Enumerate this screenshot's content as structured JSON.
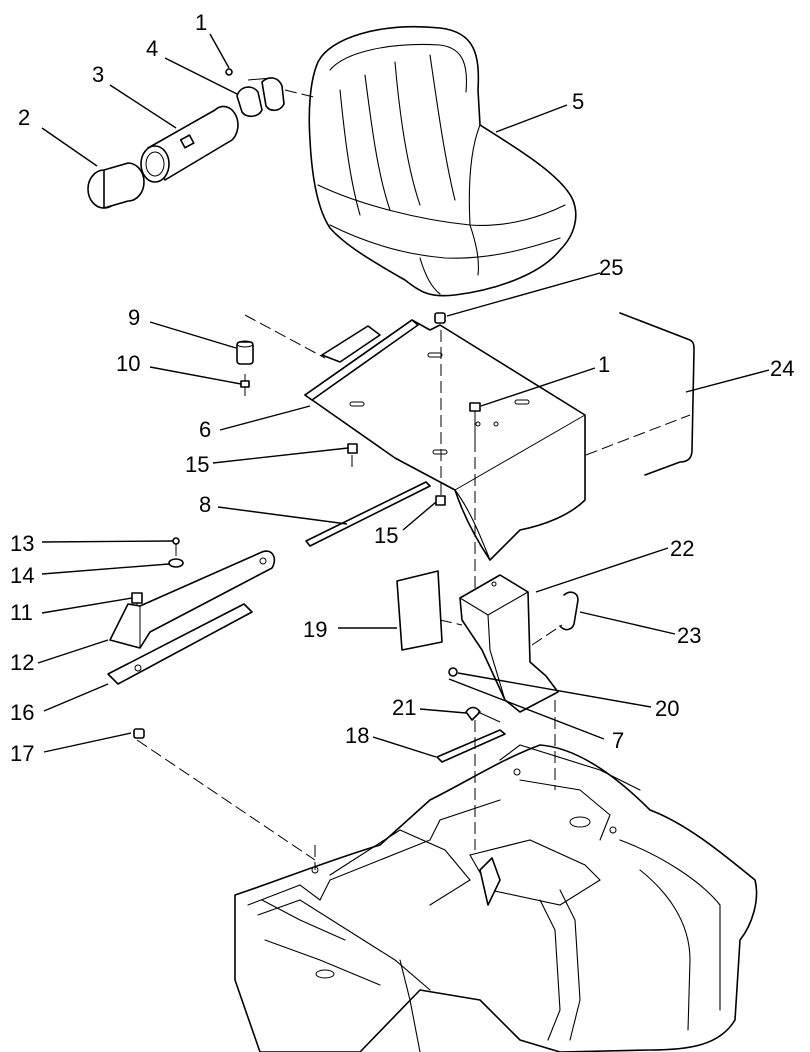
{
  "diagram": {
    "callouts": [
      {
        "id": "c1a",
        "label": "1"
      },
      {
        "id": "c2",
        "label": "2"
      },
      {
        "id": "c3",
        "label": "3"
      },
      {
        "id": "c4",
        "label": "4"
      },
      {
        "id": "c5",
        "label": "5"
      },
      {
        "id": "c25",
        "label": "25"
      },
      {
        "id": "c9",
        "label": "9"
      },
      {
        "id": "c10",
        "label": "10"
      },
      {
        "id": "c1b",
        "label": "1"
      },
      {
        "id": "c24",
        "label": "24"
      },
      {
        "id": "c6",
        "label": "6"
      },
      {
        "id": "c15a",
        "label": "15"
      },
      {
        "id": "c8",
        "label": "8"
      },
      {
        "id": "c15b",
        "label": "15"
      },
      {
        "id": "c22",
        "label": "22"
      },
      {
        "id": "c13",
        "label": "13"
      },
      {
        "id": "c14",
        "label": "14"
      },
      {
        "id": "c11",
        "label": "11"
      },
      {
        "id": "c19",
        "label": "19"
      },
      {
        "id": "c23",
        "label": "23"
      },
      {
        "id": "c12",
        "label": "12"
      },
      {
        "id": "c20",
        "label": "20"
      },
      {
        "id": "c16",
        "label": "16"
      },
      {
        "id": "c21",
        "label": "21"
      },
      {
        "id": "c7",
        "label": "7"
      },
      {
        "id": "c18",
        "label": "18"
      },
      {
        "id": "c17",
        "label": "17"
      }
    ]
  }
}
